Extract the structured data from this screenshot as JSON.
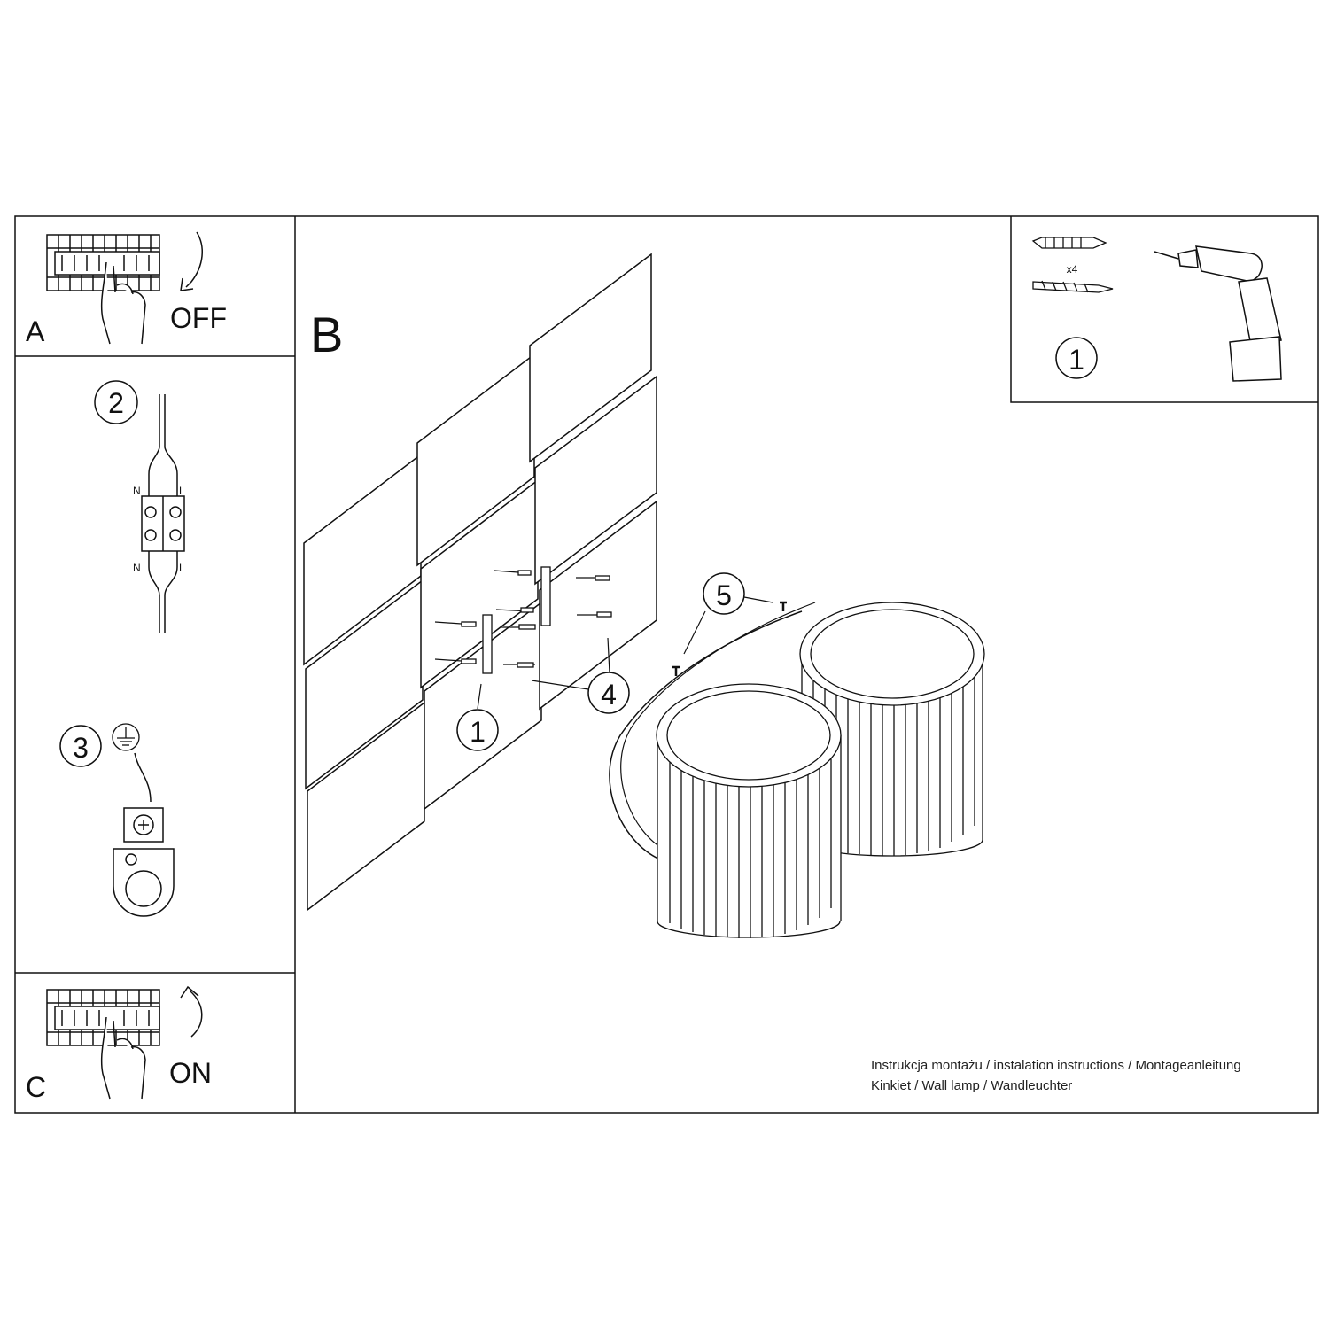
{
  "panels": {
    "a": {
      "letter": "A",
      "action": "OFF"
    },
    "b": {
      "letter": "B"
    },
    "c": {
      "letter": "C",
      "action": "ON"
    }
  },
  "tools": {
    "step": "1",
    "quantity": "x4",
    "icons": [
      "wall-plug-icon",
      "screw-icon",
      "drill-icon"
    ]
  },
  "steps": {
    "wiring": {
      "number": "2",
      "neutral": "N",
      "live": "L"
    },
    "ground": {
      "number": "3",
      "icon": "ground-symbol-icon"
    }
  },
  "callouts": {
    "bracket": "1",
    "screws": "4",
    "set_screws": "5"
  },
  "footer": {
    "line1": "Instrukcja montażu / instalation instructions / Montageanleitung",
    "line2": "Kinkiet / Wall lamp / Wandleuchter"
  },
  "colors": {
    "line": "#111111",
    "background": "#ffffff"
  }
}
